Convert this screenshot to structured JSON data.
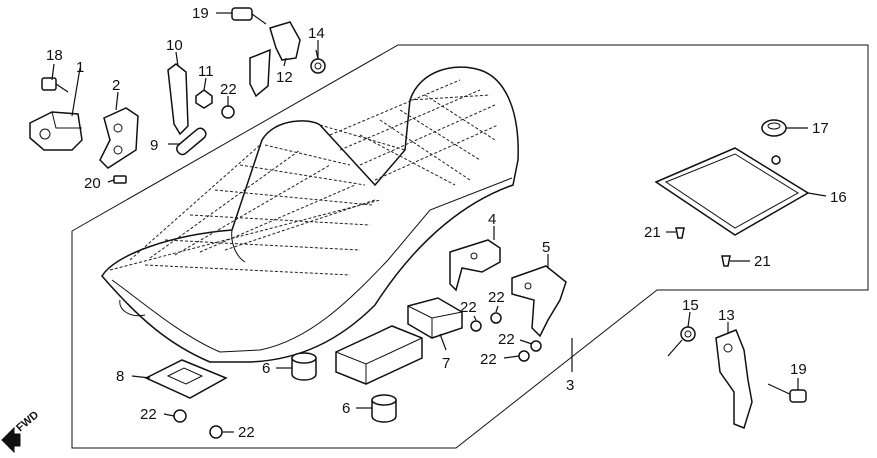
{
  "callouts": {
    "c1": "1",
    "c2": "2",
    "c3": "3",
    "c4": "4",
    "c5": "5",
    "c6a": "6",
    "c6b": "6",
    "c7": "7",
    "c8": "8",
    "c9": "9",
    "c10": "10",
    "c11": "11",
    "c12": "12",
    "c13": "13",
    "c14": "14",
    "c15": "15",
    "c16": "16",
    "c17": "17",
    "c18": "18",
    "c19a": "19",
    "c19b": "19",
    "c20": "20",
    "c21a": "21",
    "c21b": "21",
    "c22a": "22",
    "c22b": "22",
    "c22c": "22",
    "c22d": "22",
    "c22e": "22",
    "c22f": "22",
    "c22g": "22"
  },
  "direction_marker": "FWD",
  "icons": {
    "direction_marker": "arrow-fwd-icon"
  }
}
